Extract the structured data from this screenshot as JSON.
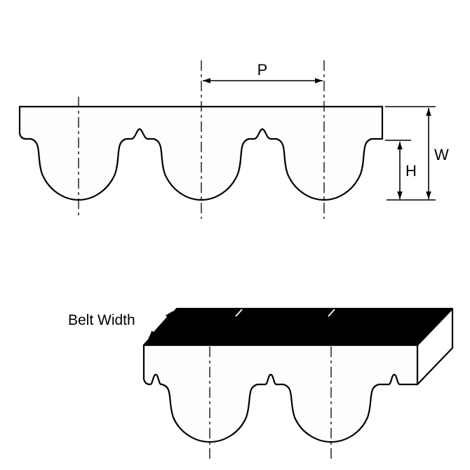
{
  "colors": {
    "line": "#000000",
    "belt_fill": "#fdfdfd",
    "top_face_fill": "#000000",
    "end_face_fill": "#ffffff",
    "background": "#ffffff"
  },
  "profile_view": {
    "pitch_label": "P",
    "belt_thickness_label": "W",
    "tooth_height_label": "H"
  },
  "perspective_view": {
    "belt_width_label": "Belt Width"
  }
}
